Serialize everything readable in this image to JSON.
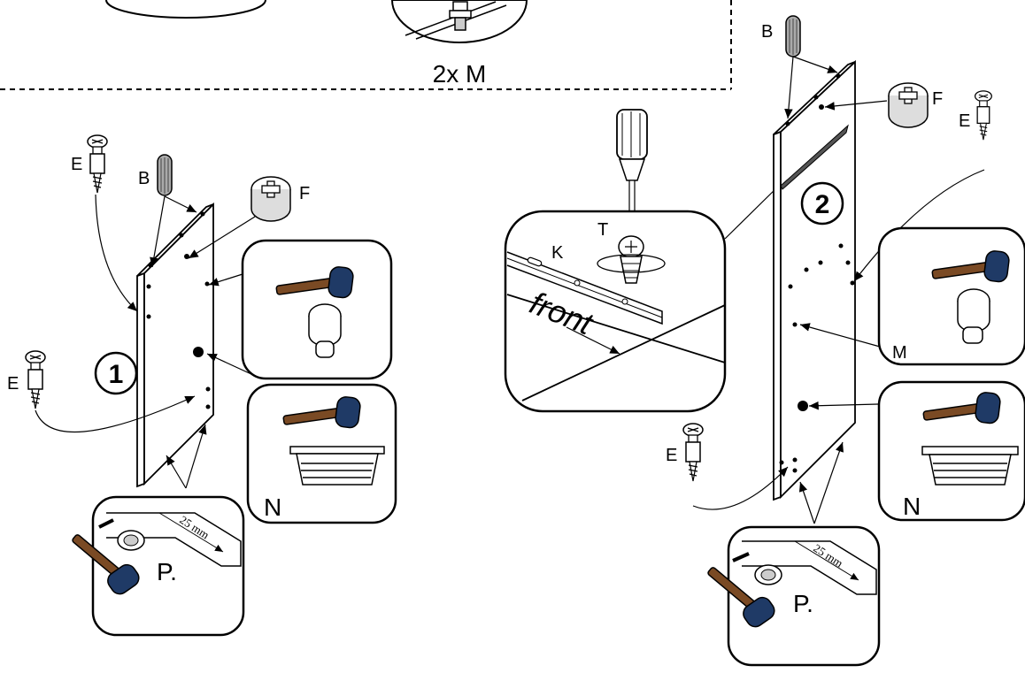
{
  "diagram": {
    "quantity_label": "2x M",
    "steps": {
      "panel_1": "1",
      "panel_2": "2"
    },
    "parts": {
      "B": "B",
      "E": "E",
      "F": "F",
      "M": "M",
      "N": "N",
      "P": "P.",
      "T": "T",
      "K": "K"
    },
    "drill_note": "front",
    "measurement": "25 mm"
  },
  "colors": {
    "line": "#000000",
    "mallet_head": "#1f3a66",
    "mallet_handle": "#7a4a24",
    "panel_fill": "#ffffff"
  },
  "icons": [
    "screw-icon",
    "dowel-icon",
    "cam-lock-icon",
    "mallet-icon",
    "screwdriver-icon",
    "knob-icon",
    "foot-icon",
    "felt-pad-icon"
  ]
}
